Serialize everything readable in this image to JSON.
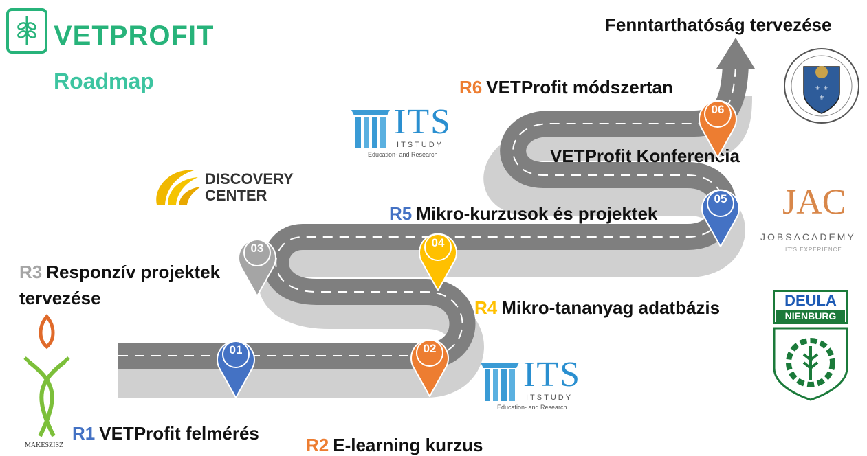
{
  "brand": {
    "name": "VETPROFIT",
    "subtitle": "Roadmap",
    "green": "#27b37a",
    "accent": "#3dc4a0"
  },
  "goal": "Fenntarthatóság tervezése",
  "conference": "VETProfit Konferencia",
  "milestones": [
    {
      "num": "01",
      "code": "R1",
      "title": "VETProfit felmérés",
      "color": "#4472c4"
    },
    {
      "num": "02",
      "code": "R2",
      "title": "E-learning kurzus",
      "color": "#ed7d31"
    },
    {
      "num": "03",
      "code": "R3",
      "title": "Responzív projektek",
      "title2": "tervezése",
      "color": "#a5a5a5"
    },
    {
      "num": "04",
      "code": "R4",
      "title": "Mikro-tananyag adatbázis",
      "color": "#ffc000"
    },
    {
      "num": "05",
      "code": "R5",
      "title": "Mikro-kurzusok és projektek",
      "color": "#4472c4"
    },
    {
      "num": "06",
      "code": "R6",
      "title": "VETProfit módszertan",
      "color": "#ed7d31"
    }
  ],
  "partners": {
    "its": {
      "name": "ITS",
      "sub": "ITSTUDY",
      "tag": "Education- and Research"
    },
    "discovery": {
      "line1": "DISCOVERY",
      "line2": "CENTER"
    },
    "jac": {
      "name": "JAC",
      "line": "JOBSACADEMY",
      "tag": "IT'S EXPERIENCE"
    },
    "deula": {
      "line1": "DEULA",
      "line2": "NIENBURG"
    },
    "makeszisz": "MAKESZISZ"
  },
  "colors": {
    "road": "#7f7f7f",
    "road_shadow": "#d0d0d0",
    "dash": "#ffffff"
  }
}
